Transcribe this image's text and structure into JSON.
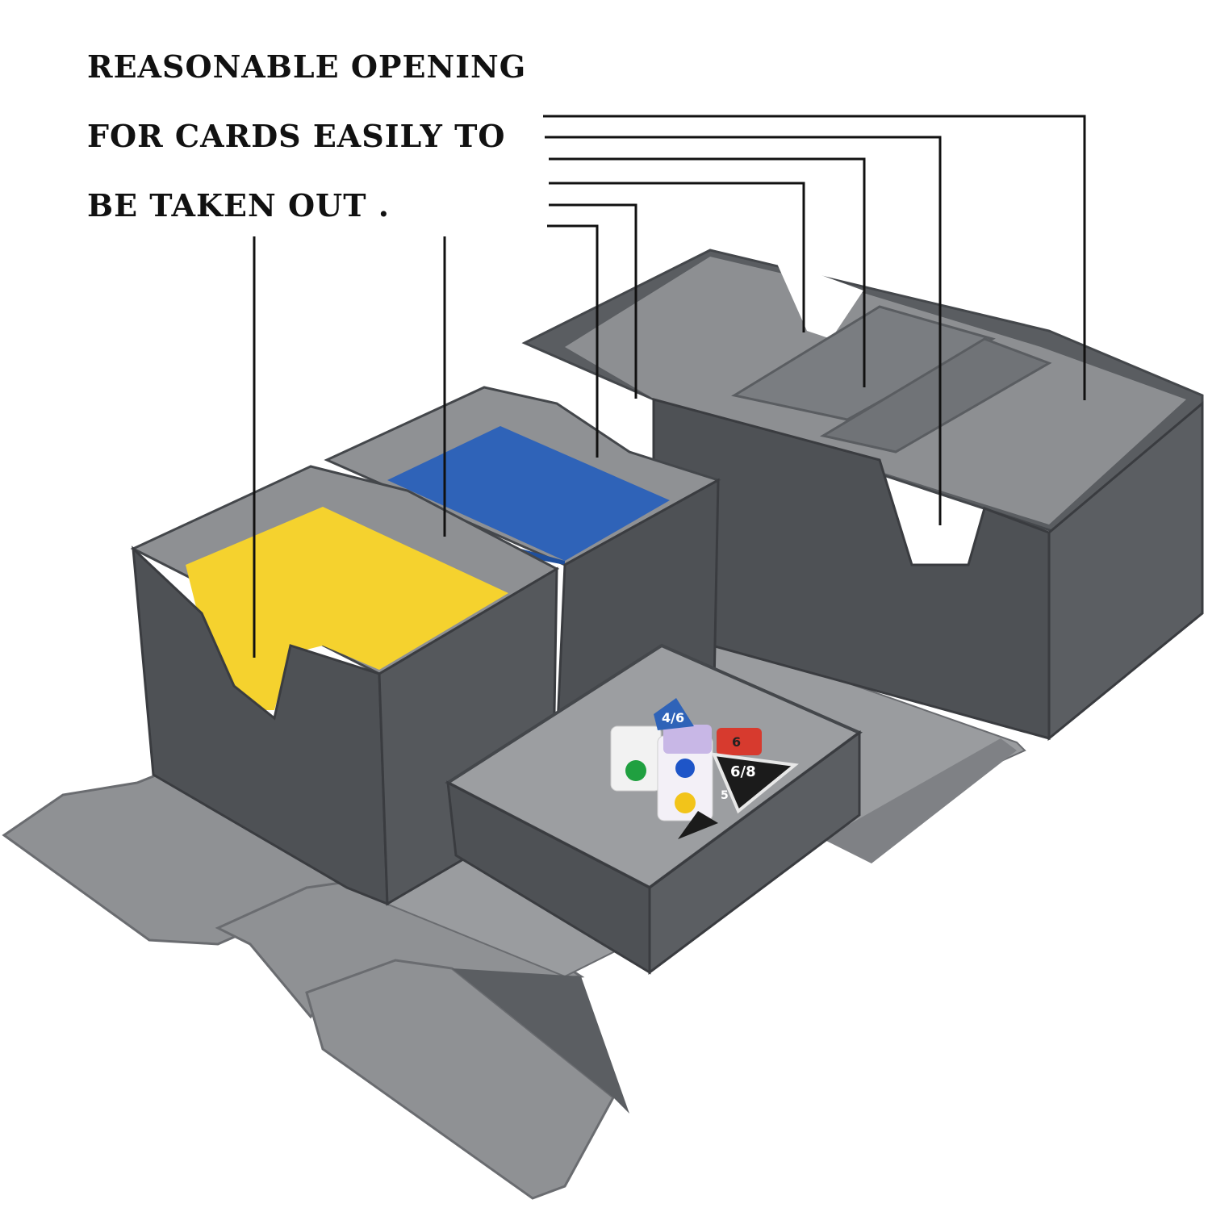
{
  "caption": {
    "lines": [
      "REASONABLE OPENING",
      "FOR CARDS  EASILY TO",
      "BE TAKEN OUT ."
    ]
  },
  "colors": {
    "leather_dark": "#4e5155",
    "leather_mid": "#5b5e62",
    "felt": "#8a8c8f",
    "felt_light": "#a3a5a8",
    "yellow_cards": "#f5d22e",
    "blue_cards": "#2f63b8",
    "callout_line": "#111111"
  },
  "dice_labels": [
    "4/6",
    "6",
    "6/8",
    "5"
  ]
}
